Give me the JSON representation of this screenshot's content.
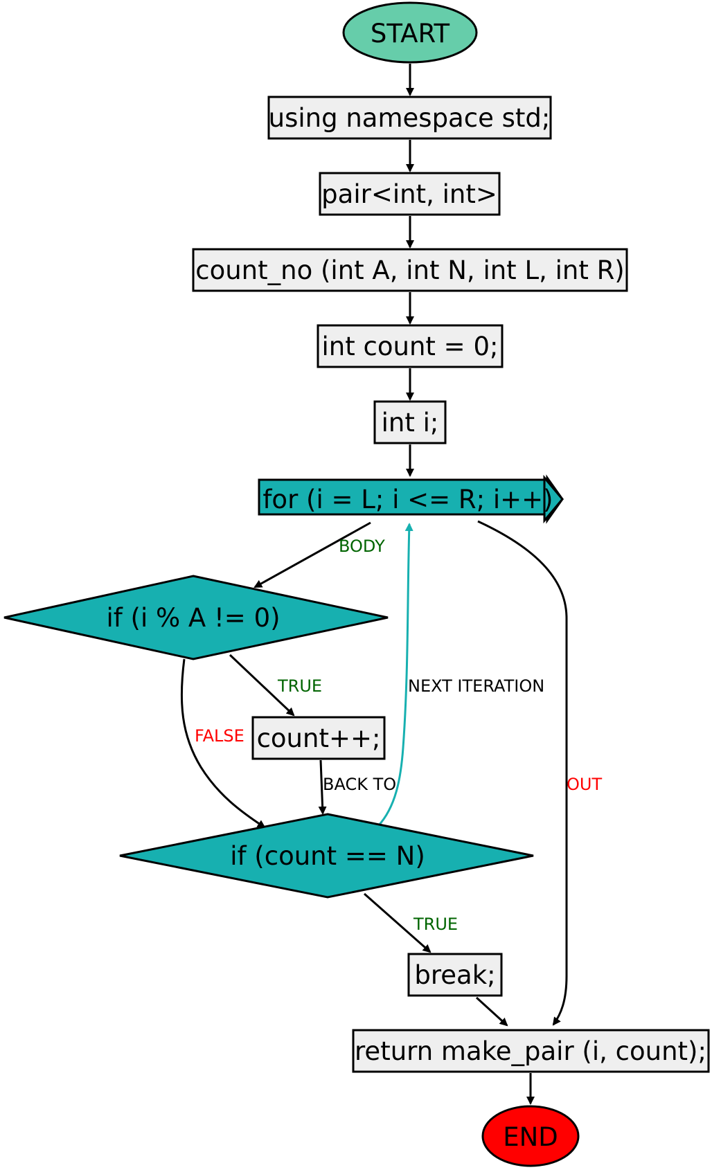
{
  "colors": {
    "start_fill": "#66cdaa",
    "end_fill": "#ff0000",
    "process_fill": "#efefef",
    "decision_fill": "#17b0b0",
    "loop_edge": "#17b0b0",
    "true_label": "#006400",
    "false_label": "#ff0000"
  },
  "nodes": {
    "start": "START",
    "using": "using namespace std;",
    "pair": "pair<int, int>",
    "func": "count_no (int A, int N, int L, int R)",
    "count_init": "int count = 0;",
    "int_i": "int i;",
    "for_loop": "for (i = L; i <= R; i++)",
    "if_mod": "if (i % A != 0)",
    "count_inc": "count++;",
    "if_count": "if (count == N)",
    "break": "break;",
    "return": "return make_pair (i, count);",
    "end": "END"
  },
  "edge_labels": {
    "body": "BODY",
    "true_1": "TRUE",
    "false_1": "FALSE",
    "back_to": "BACK TO",
    "next_iteration": "NEXT ITERATION",
    "out": "OUT",
    "true_2": "TRUE"
  }
}
